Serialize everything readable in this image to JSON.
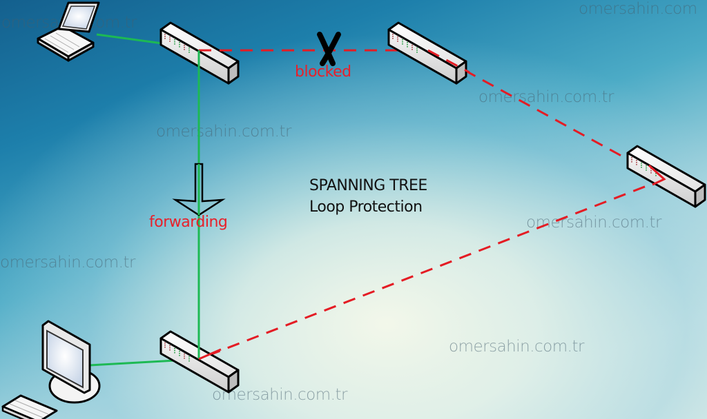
{
  "title": {
    "line1": "SPANNING TREE",
    "line2": "Loop Protection"
  },
  "labels": {
    "blocked": "blocked",
    "forwarding": "forwarding"
  },
  "watermark": "omersahin.com.tr",
  "watermark_clipped": "omersahin.com",
  "colors": {
    "forwarding_link": "#1db954",
    "blocked_link": "#e41c24",
    "label_red": "#e8202a",
    "title_text": "#111111"
  },
  "nodes": [
    {
      "id": "laptop",
      "type": "laptop",
      "name": "Laptop"
    },
    {
      "id": "switch-1",
      "type": "switch",
      "name": "Switch (top-left)"
    },
    {
      "id": "switch-2",
      "type": "switch",
      "name": "Switch (top-right)"
    },
    {
      "id": "switch-3",
      "type": "switch",
      "name": "Switch (right)"
    },
    {
      "id": "switch-4",
      "type": "switch",
      "name": "Switch (bottom-left)"
    },
    {
      "id": "desktop",
      "type": "desktop-pc",
      "name": "Desktop PC"
    }
  ],
  "links": [
    {
      "from": "laptop",
      "to": "switch-1",
      "state": "forwarding",
      "style": "solid"
    },
    {
      "from": "desktop",
      "to": "switch-4",
      "state": "forwarding",
      "style": "solid"
    },
    {
      "from": "switch-1",
      "to": "switch-4",
      "state": "forwarding",
      "style": "solid"
    },
    {
      "from": "switch-1",
      "to": "switch-2",
      "state": "blocked",
      "style": "dashed"
    },
    {
      "from": "switch-2",
      "to": "switch-3",
      "state": "active",
      "style": "dashed"
    },
    {
      "from": "switch-3",
      "to": "switch-4",
      "state": "active",
      "style": "dashed"
    }
  ],
  "markers": {
    "blocked_marker": "x-mark",
    "forwarding_marker": "down-arrow"
  }
}
